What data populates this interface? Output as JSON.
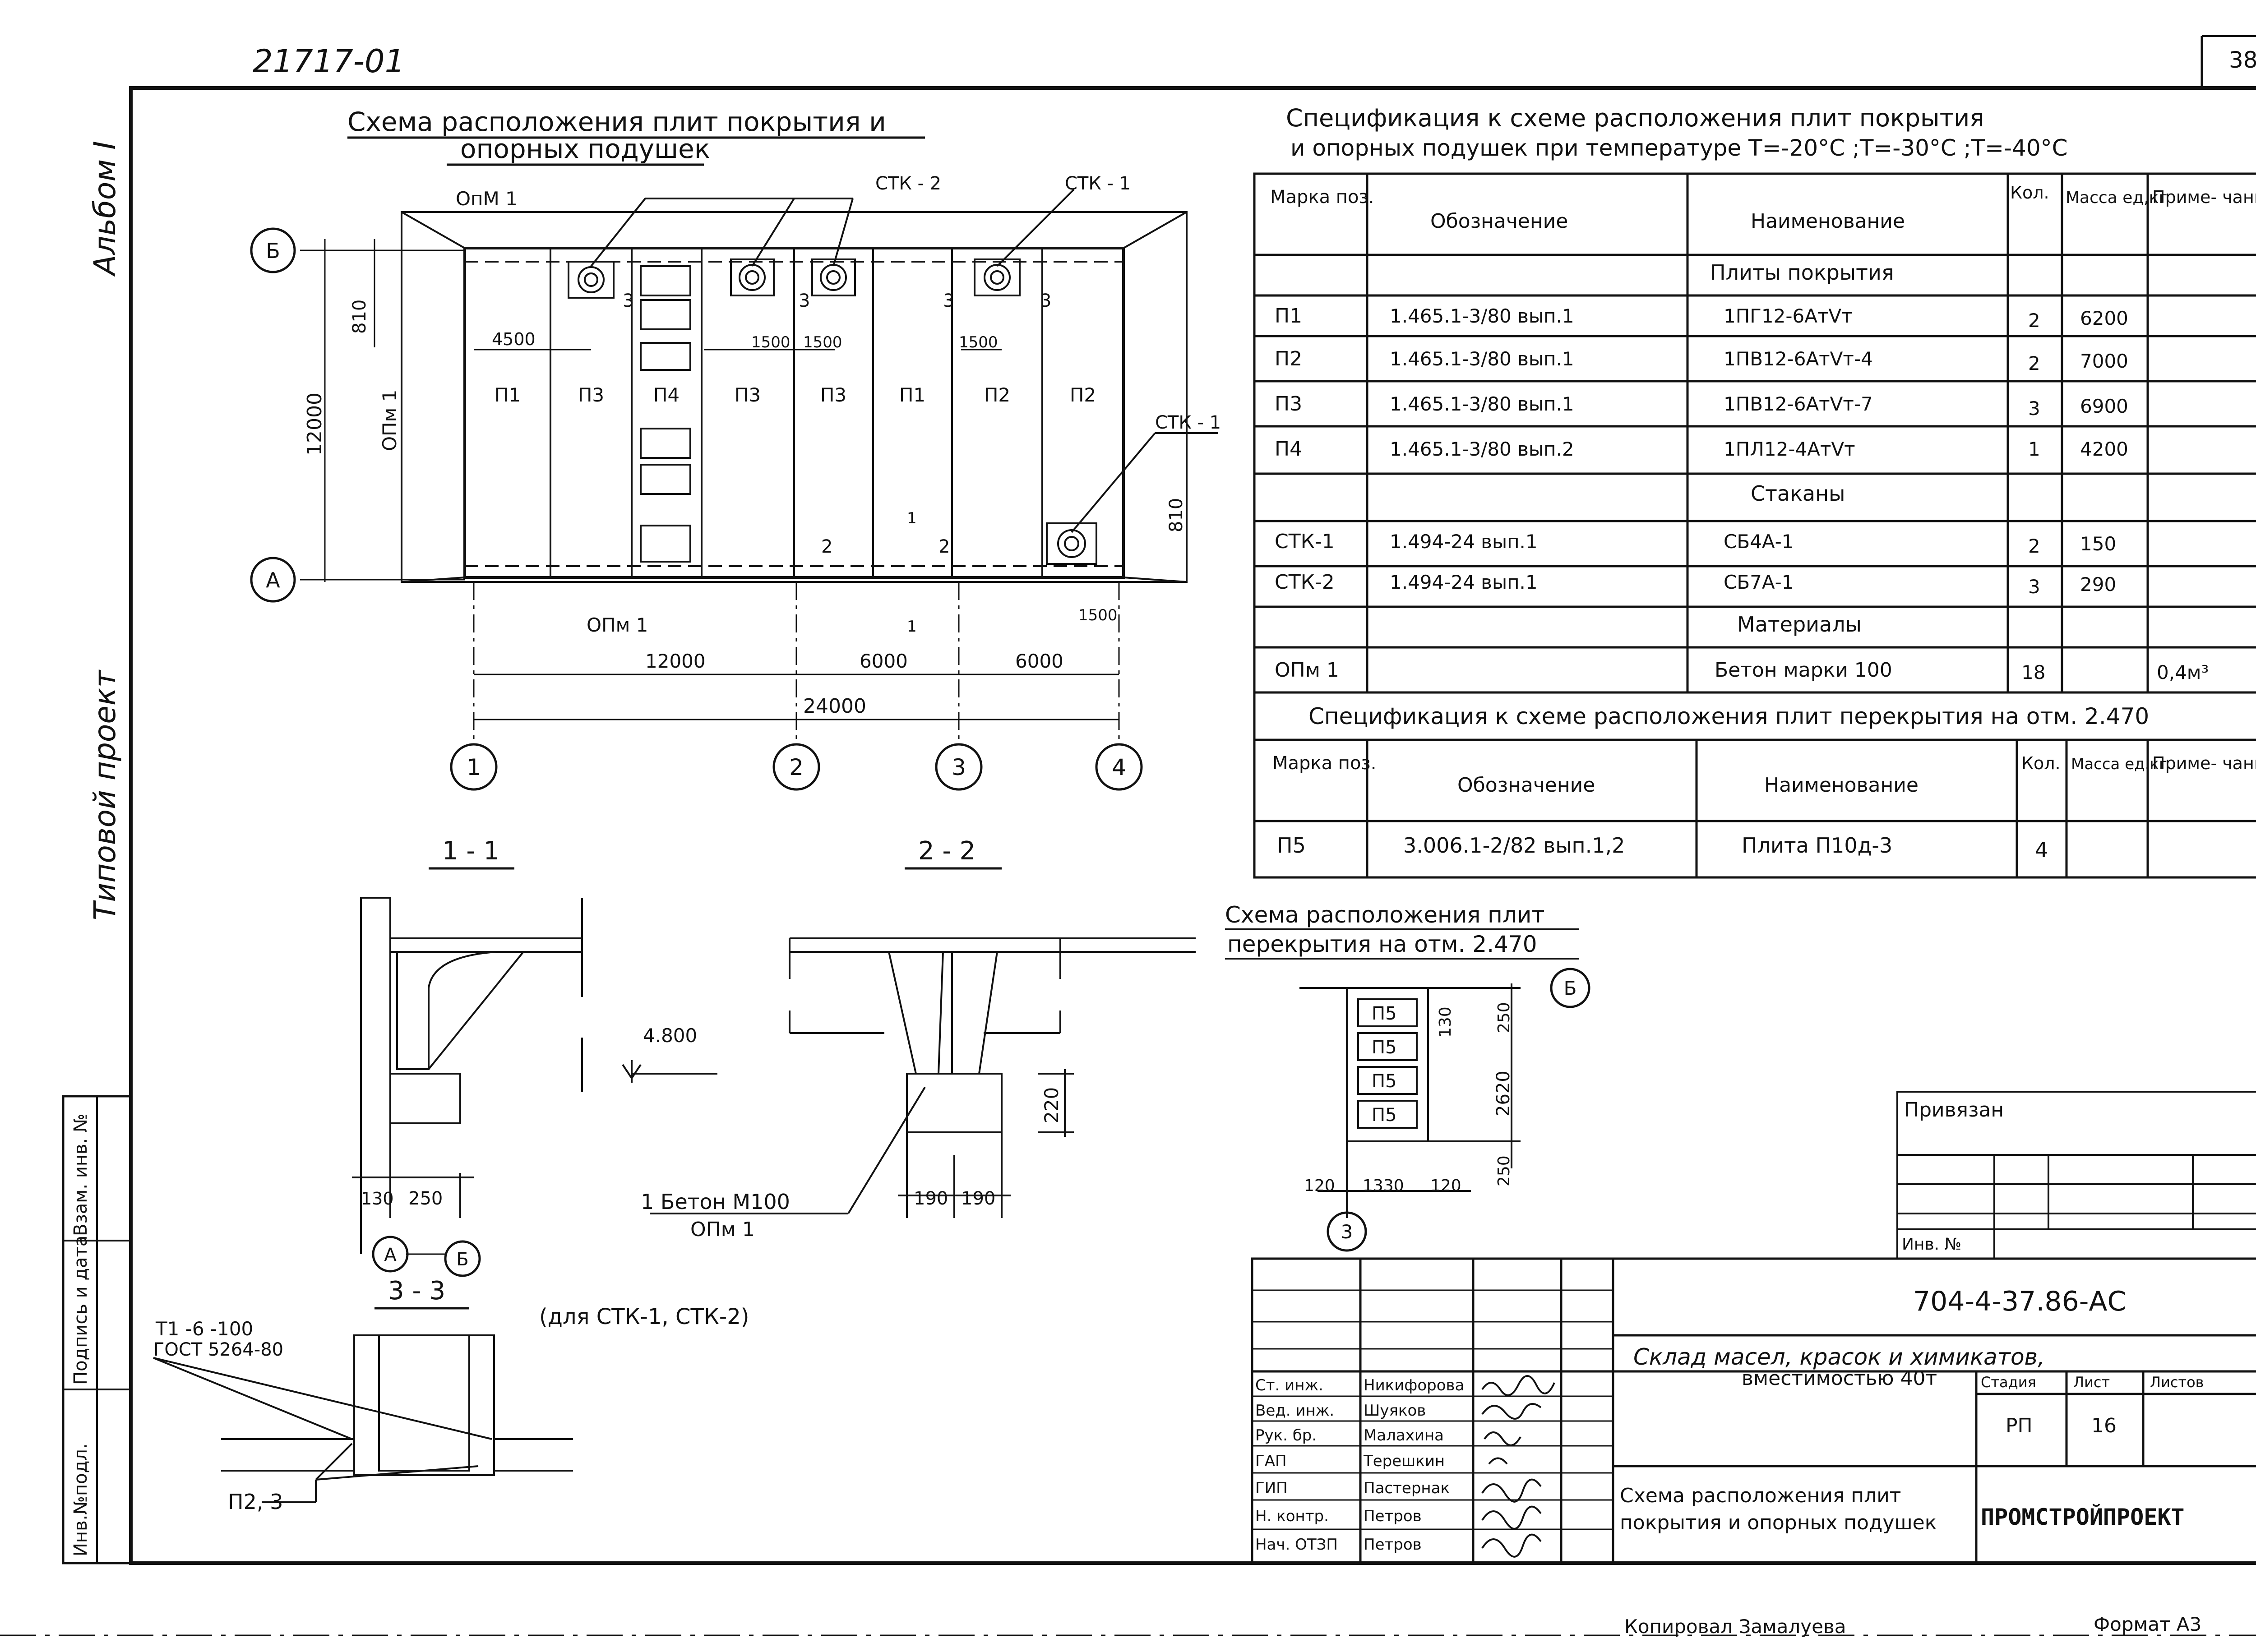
{
  "sheet": {
    "doc_number": "21717-01",
    "page_number": "38",
    "album": "Альбом I",
    "typical_project": "Типовой проект",
    "copied": "Копировал Замалуева",
    "format": "Формат А3"
  },
  "plan": {
    "title_line1": "Схема расположения плит покрытия и",
    "title_line2": "опорных подушек",
    "opm_top": "ОпМ 1",
    "opm_bottom": "ОПм 1",
    "opm_side": "ОПм 1",
    "stk2": "СТК - 2",
    "stk1_top": "СТК - 1",
    "stk1_right": "СТК - 1",
    "axis_b": "Б",
    "axis_a": "А",
    "axes": [
      "1",
      "2",
      "3",
      "4"
    ],
    "slabs": [
      "П1",
      "П3",
      "П4",
      "П3",
      "П3",
      "П1",
      "П2",
      "П2"
    ],
    "dims": {
      "d810_left": "810",
      "d12000_left": "12000",
      "d4500": "4500",
      "d1500_a": "1500",
      "d1500_b": "1500",
      "d1500_c": "1500",
      "d810_right": "810",
      "d1500_right": "1500",
      "d12000": "12000",
      "d6000_a": "6000",
      "d6000_b": "6000",
      "d24000": "24000"
    },
    "section_marks": [
      "3",
      "3",
      "3",
      "3",
      "2",
      "2",
      "1",
      "1"
    ]
  },
  "spec1": {
    "title_line1": "Спецификация к схеме расположения плит покрытия",
    "title_line2": "и опорных подушек при температуре Т=-20°С ;Т=-30°С ;Т=-40°С",
    "headers": [
      "Марка поз.",
      "Обозначение",
      "Наименование",
      "Кол.",
      "Масса ед,кг",
      "Приме- чание"
    ],
    "groups": {
      "plates": "Плиты покрытия",
      "cups": "Стаканы",
      "materials": "Материалы"
    },
    "rows": [
      [
        "П1",
        "1.465.1-3/80 вып.1",
        "1ПГ12-6АтVт",
        "2",
        "6200",
        ""
      ],
      [
        "П2",
        "1.465.1-3/80 вып.1",
        "1ПВ12-6АтVт-4",
        "2",
        "7000",
        ""
      ],
      [
        "П3",
        "1.465.1-3/80 вып.1",
        "1ПВ12-6АтVт-7",
        "3",
        "6900",
        ""
      ],
      [
        "П4",
        "1.465.1-3/80 вып.2",
        "1ПЛ12-4АтVт",
        "1",
        "4200",
        ""
      ],
      [
        "СТК-1",
        "1.494-24 вып.1",
        "СБ4А-1",
        "2",
        "150",
        ""
      ],
      [
        "СТК-2",
        "1.494-24 вып.1",
        "СБ7А-1",
        "3",
        "290",
        ""
      ],
      [
        "ОПм 1",
        "",
        "Бетон марки 100",
        "18",
        "",
        "0,4м³"
      ]
    ]
  },
  "spec2": {
    "title": "Спецификация к схеме расположения плит перекрытия на отм. 2.470",
    "headers": [
      "Марка поз.",
      "Обозначение",
      "Наименование",
      "Кол.",
      "Масса ед.кг.",
      "Приме- чание"
    ],
    "rows": [
      [
        "П5",
        "3.006.1-2/82 вып.1,2",
        "Плита П10д-3",
        "4",
        "",
        ""
      ]
    ]
  },
  "section11": {
    "title": "1 - 1",
    "elev": "4.800",
    "d130": "130",
    "d250": "250",
    "axis_a": "А",
    "axis_b": "Б"
  },
  "section22": {
    "title": "2 - 2",
    "d220": "220",
    "d190a": "190",
    "d190b": "190",
    "note1": "1 Бетон М100",
    "note2": "ОПм 1"
  },
  "section33": {
    "title": "3 - 3",
    "note": "(для СТК-1, СТК-2)",
    "t1": "Т1 -6 -100",
    "gost": "ГОСТ 5264-80",
    "p23": "П2, 3"
  },
  "floor": {
    "title_line1": "Схема расположения плит",
    "title_line2": "перекрытия на отм. 2.470",
    "slab": "П5",
    "axis_b": "Б",
    "axis_3": "3",
    "d130": "130",
    "d250a": "250",
    "d2620": "2620",
    "d250b": "250",
    "d120a": "120",
    "d1330": "1330",
    "d120b": "120"
  },
  "left_strip": {
    "vzam": "Взам. инв. №",
    "sign_date": "Подпись и дата",
    "inv_podl": "Инв.№подл."
  },
  "privyazan": {
    "title": "Привязан",
    "inv": "Инв. №"
  },
  "title_block": {
    "code": "704-4-37.86-АС",
    "object_line1": "Склад масел, красок и химикатов,",
    "object_line2": "вместимостью 40т",
    "sheet_title_line1": "Схема расположения плит",
    "sheet_title_line2": "покрытия и опорных подушек",
    "stage_label": "Стадия",
    "sheet_label": "Лист",
    "sheets_label": "Листов",
    "stage": "РП",
    "sheet": "16",
    "sheets": "",
    "org": "ПРОМСТРОЙПРОЕКТ",
    "people": [
      [
        "Ст. инж.",
        "Никифорова"
      ],
      [
        "Вед. инж.",
        "Шуяков"
      ],
      [
        "Рук. бр.",
        "Малахина"
      ],
      [
        "ГАП",
        "Терешкин"
      ],
      [
        "ГИП",
        "Пастернак"
      ],
      [
        "Н. контр.",
        "Петров"
      ],
      [
        "Нач. ОТЗП",
        "Петров"
      ]
    ]
  }
}
